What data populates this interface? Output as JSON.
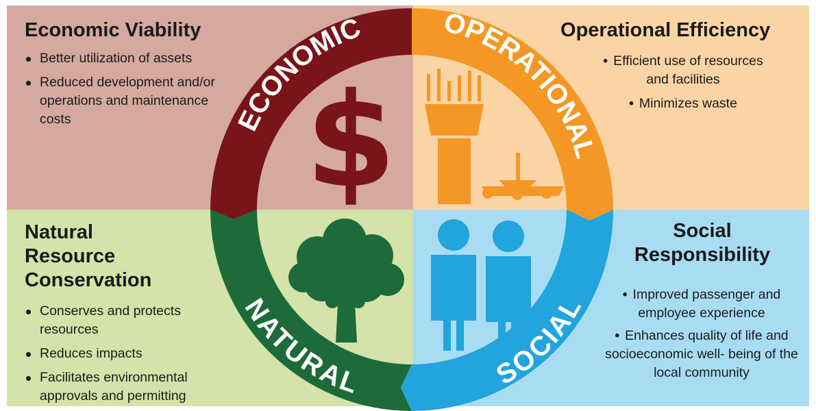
{
  "colors": {
    "economic_panel": "#d5a9a0",
    "operational_panel": "#fbd4a5",
    "natural_panel": "#d3e3a9",
    "social_panel": "#a8dcf3",
    "economic_ring": "#79141a",
    "operational_ring": "#f49724",
    "natural_ring": "#1d6b3a",
    "social_ring": "#22a4dc"
  },
  "ring_labels": {
    "economic": "ECONOMIC",
    "operational": "OPERATIONAL",
    "natural": "NATURAL",
    "social": "SOCIAL"
  },
  "icons": {
    "economic": "dollar-sign-icon",
    "operational": "control-tower-airplane-icon",
    "natural": "tree-icon",
    "social": "two-people-icon"
  },
  "economic": {
    "title_initial": "E",
    "title_rest": "conomic Viability",
    "bullets": [
      "Better utilization of assets",
      "Reduced development and/or operations and maintenance costs"
    ]
  },
  "operational": {
    "title_initial": "O",
    "title_rest": "perational Efficiency",
    "bullets": [
      "Efficient use of resources and facilities",
      "Minimizes waste"
    ]
  },
  "natural": {
    "title_initial": "N",
    "title_rest": "atural Resource Conservation",
    "bullets": [
      "Conserves and protects resources",
      "Reduces impacts",
      "Facilitates environmental approvals and permitting"
    ]
  },
  "social": {
    "title_initial": "S",
    "title_rest": "ocial Responsibility",
    "bullets": [
      "Improved passenger and employee experience",
      "Enhances quality of life and socioeconomic well- being of the local community"
    ]
  }
}
